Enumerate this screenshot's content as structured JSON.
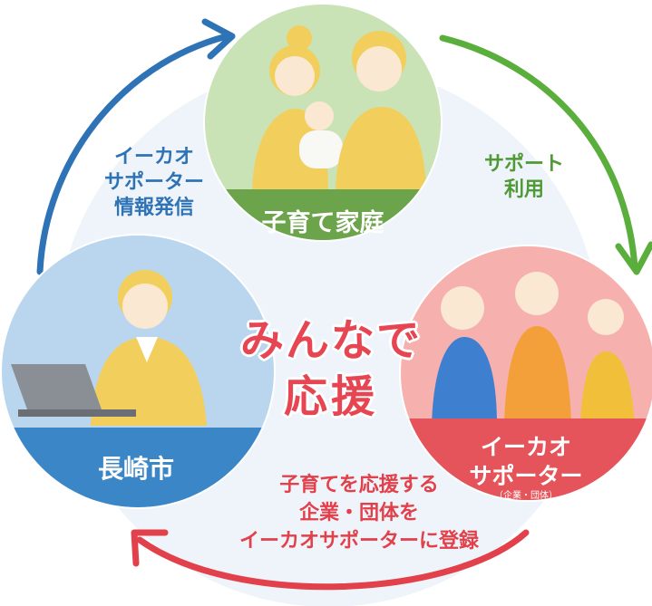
{
  "center": {
    "line1": "みんなで",
    "line2": "応援"
  },
  "nodes": {
    "family": {
      "label": "子育て家庭",
      "color": "#6ba44a"
    },
    "city": {
      "label": "長崎市",
      "color": "#3b86c7"
    },
    "supporter": {
      "label_line1": "イーカオ",
      "label_line2": "サポーター",
      "sub": "（企業・団体）",
      "color": "#e5545a"
    }
  },
  "flows": {
    "city_to_family": {
      "line1": "イーカオ",
      "line2": "サポーター",
      "line3": "情報発信",
      "color": "#2f73b7"
    },
    "family_to_supporter": {
      "line1": "サポート",
      "line2": "利用",
      "color": "#4f9a36"
    },
    "supporter_to_city": {
      "line1": "子育てを応援する",
      "line2": "企業・団体を",
      "line3": "イーカオサポーターに登録",
      "color": "#e2404a"
    }
  }
}
